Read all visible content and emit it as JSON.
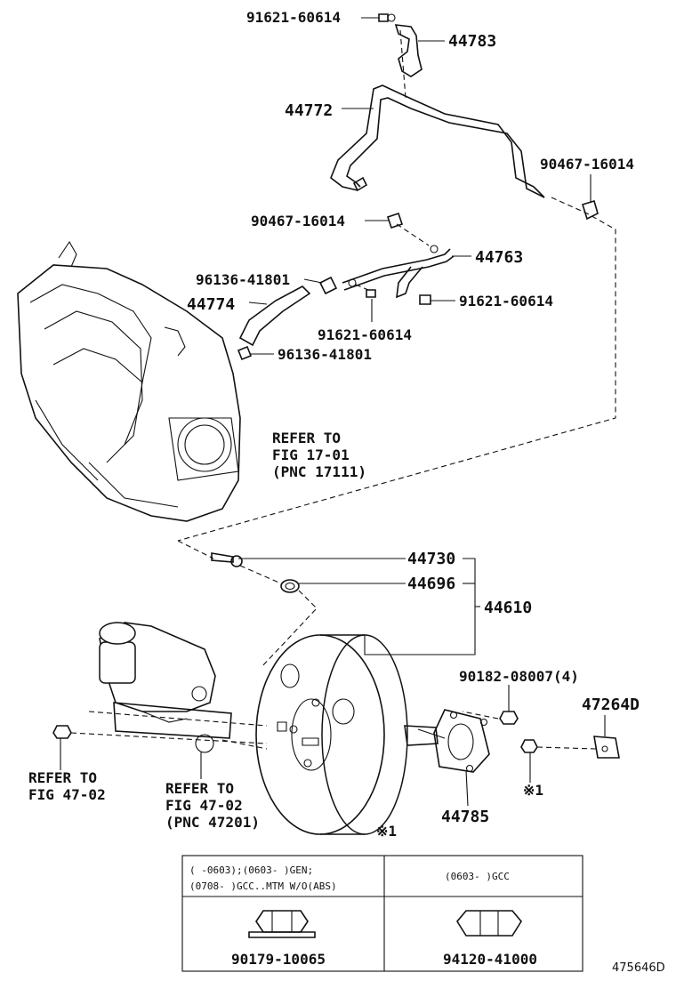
{
  "callouts": {
    "p91621_60614_top": "91621-60614",
    "p44783": "44783",
    "p44772": "44772",
    "p90467_16014_right": "90467-16014",
    "p90467_16014_left": "90467-16014",
    "p44763": "44763",
    "p96136_41801_upper": "96136-41801",
    "p91621_60614_right": "91621-60614",
    "p44774": "44774",
    "p91621_60614_lower": "91621-60614",
    "p96136_41801_lower": "96136-41801",
    "p44730": "44730",
    "p44696": "44696",
    "p44610": "44610",
    "p90182_08007": "90182-08007(4)",
    "p47264D": "47264D",
    "p44785": "44785",
    "note_mark_1": "※1",
    "note_mark_2": "※1"
  },
  "references": {
    "throttle_line1": "REFER TO",
    "throttle_line2": "FIG 17-01",
    "throttle_line3": "(PNC 17111)",
    "left_line1": "REFER TO",
    "left_line2": "FIG 47-02",
    "mid_line1": "REFER TO",
    "mid_line2": "FIG 47-02",
    "mid_line3": "(PNC 47201)"
  },
  "table": {
    "col1_header_line1": "(    -0603);(0603-    )GEN;",
    "col1_header_line2": "(0708-    )GCC..MTM W/O(ABS)",
    "col2_header": "(0603-    )GCC",
    "col1_part": "90179-10065",
    "col2_part": "94120-41000"
  },
  "figure_code": "475646D"
}
